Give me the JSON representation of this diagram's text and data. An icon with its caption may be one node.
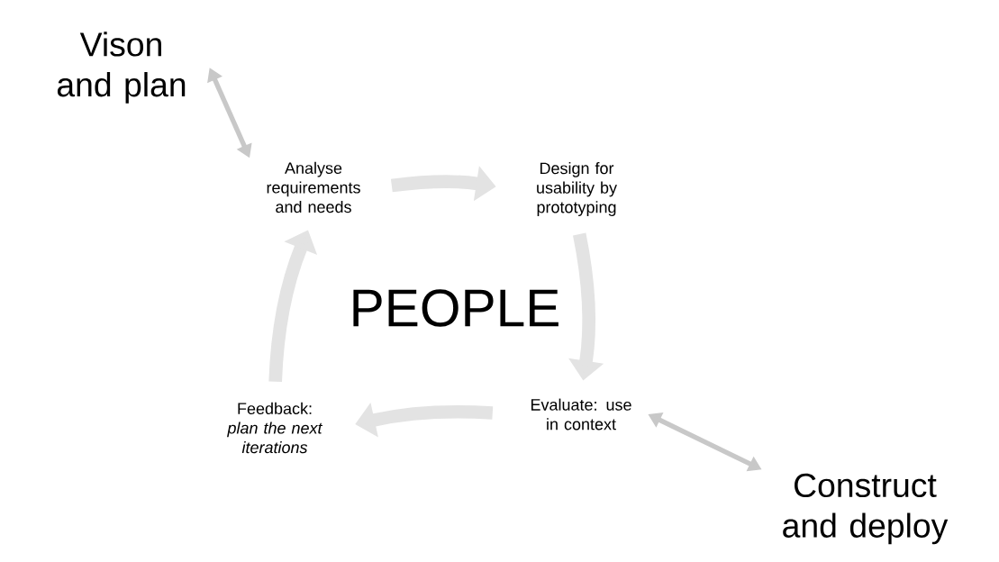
{
  "diagram": {
    "nodes": [
      {
        "text": [
          "Vison and plan"
        ]
      },
      {
        "text": [
          "Analyse requirements and needs"
        ]
      },
      {
        "text": [
          "Design for usability by prototyping"
        ]
      },
      {
        "text": [
          "Evaluate: use in context"
        ]
      },
      {
        "text": [
          "Feedback: *plan the next iterations*"
        ]
      },
      {
        "text": [
          "Construct and deploy"
        ]
      }
    ],
    "edges": [
      {
        "from": 0,
        "to": 1,
        "arrow": "both"
      },
      {
        "from": 1,
        "to": 2,
        "arrow": "to"
      },
      {
        "from": 2,
        "to": 3,
        "arrow": "to"
      },
      {
        "from": 3,
        "to": 4,
        "arrow": "to"
      },
      {
        "from": 4,
        "to": 1,
        "arrow": "to"
      },
      {
        "from": 3,
        "to": 5,
        "arrow": "both"
      }
    ],
    "labels": [
      "PEOPLE"
    ]
  }
}
